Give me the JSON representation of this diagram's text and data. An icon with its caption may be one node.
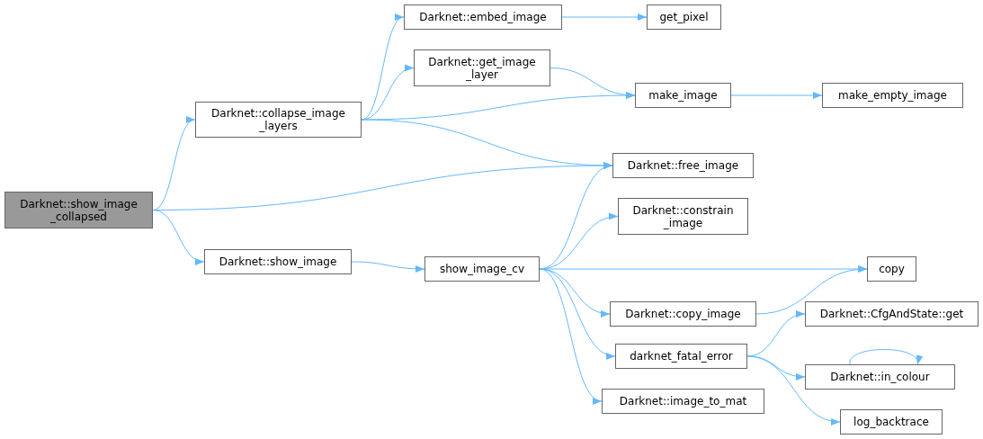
{
  "diagram": {
    "nodes": [
      {
        "text": [
          "Darknet::show_image _collapsed"
        ]
      },
      {
        "text": [
          "Darknet::collapse_image _layers"
        ]
      },
      {
        "text": [
          "Darknet::embed_image"
        ]
      },
      {
        "text": [
          "get_pixel"
        ]
      },
      {
        "text": [
          "Darknet::get_image _layer"
        ]
      },
      {
        "text": [
          "make_image"
        ]
      },
      {
        "text": [
          "make_empty_image"
        ]
      },
      {
        "text": [
          "Darknet::free_image"
        ]
      },
      {
        "text": [
          "Darknet::show_image"
        ]
      },
      {
        "text": [
          "show_image_cv"
        ]
      },
      {
        "text": [
          "Darknet::constrain _image"
        ]
      },
      {
        "text": [
          "copy"
        ]
      },
      {
        "text": [
          "Darknet::copy_image"
        ]
      },
      {
        "text": [
          "Darknet::CfgAndState::get"
        ]
      },
      {
        "text": [
          "darknet_fatal_error"
        ]
      },
      {
        "text": [
          "Darknet::in_colour"
        ]
      },
      {
        "text": [
          "Darknet::image_to_mat"
        ]
      },
      {
        "text": [
          "log_backtrace"
        ]
      }
    ],
    "edges": [
      {
        "from": 0,
        "to": 1,
        "arrow": "to"
      },
      {
        "from": 0,
        "to": 7,
        "arrow": "to"
      },
      {
        "from": 0,
        "to": 8,
        "arrow": "to"
      },
      {
        "from": 1,
        "to": 2,
        "arrow": "to"
      },
      {
        "from": 1,
        "to": 4,
        "arrow": "to"
      },
      {
        "from": 1,
        "to": 5,
        "arrow": "to"
      },
      {
        "from": 1,
        "to": 7,
        "arrow": "to"
      },
      {
        "from": 2,
        "to": 3,
        "arrow": "to"
      },
      {
        "from": 4,
        "to": 5,
        "arrow": "to"
      },
      {
        "from": 5,
        "to": 6,
        "arrow": "to"
      },
      {
        "from": 8,
        "to": 9,
        "arrow": "to"
      },
      {
        "from": 9,
        "to": 7,
        "arrow": "to"
      },
      {
        "from": 9,
        "to": 10,
        "arrow": "to"
      },
      {
        "from": 9,
        "to": 11,
        "arrow": "to"
      },
      {
        "from": 9,
        "to": 12,
        "arrow": "to"
      },
      {
        "from": 9,
        "to": 14,
        "arrow": "to"
      },
      {
        "from": 9,
        "to": 16,
        "arrow": "to"
      },
      {
        "from": 12,
        "to": 11,
        "arrow": "to"
      },
      {
        "from": 14,
        "to": 13,
        "arrow": "to"
      },
      {
        "from": 14,
        "to": 15,
        "arrow": "to"
      },
      {
        "from": 14,
        "to": 17,
        "arrow": "to"
      },
      {
        "from": 15,
        "to": 15,
        "arrow": "to"
      }
    ]
  }
}
